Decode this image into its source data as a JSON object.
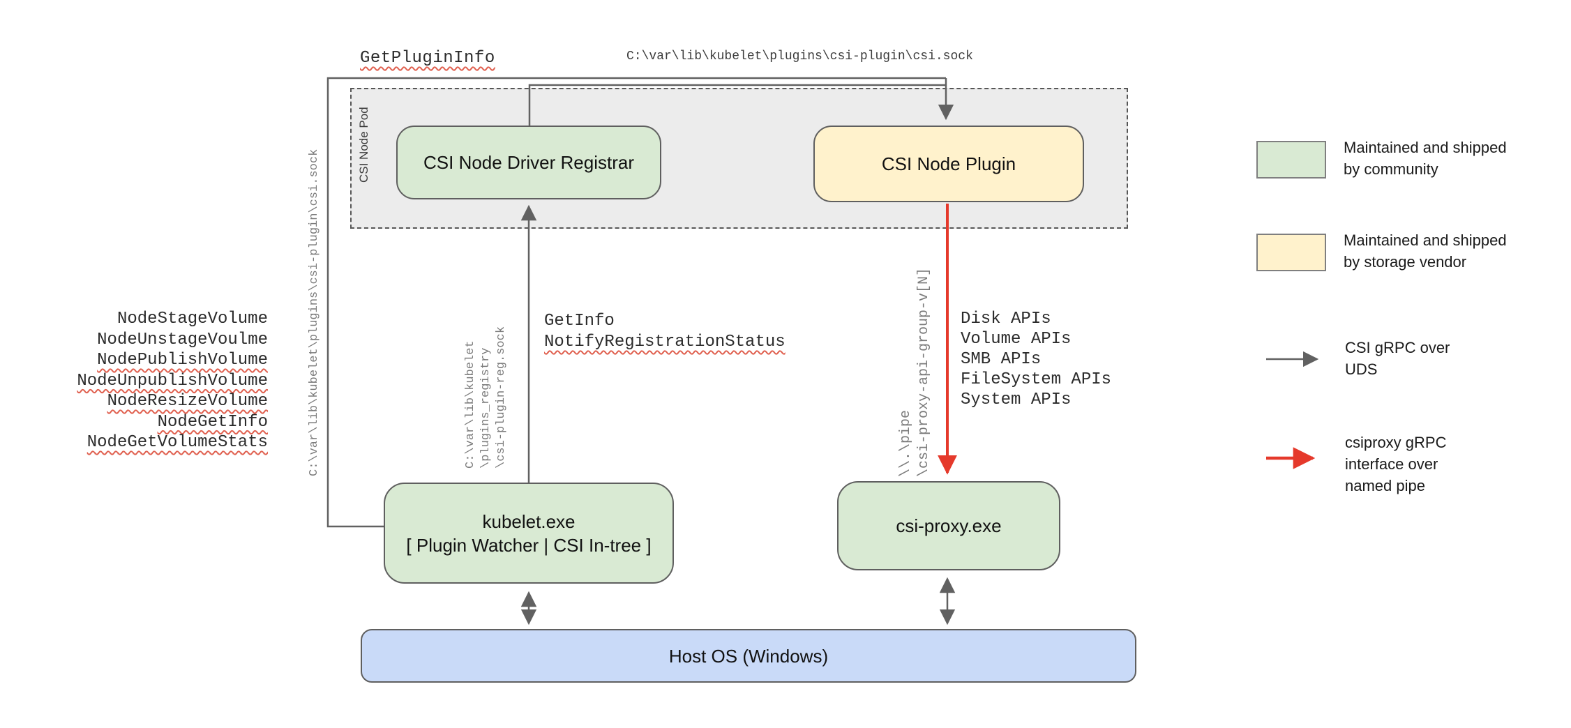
{
  "colors": {
    "community_green": "#d9ead3",
    "vendor_yellow": "#fff2cc",
    "host_blue": "#c9daf8",
    "pod_gray": "#ececec",
    "arrow_gray": "#616161",
    "arrow_red": "#e5392b",
    "squiggle_red": "#e0604f"
  },
  "nodes": {
    "pod_label": "CSI Node Pod",
    "registrar": "CSI Node Driver Registrar",
    "plugin": "CSI Node Plugin",
    "kubelet_line1": "kubelet.exe",
    "kubelet_line2": "[ Plugin Watcher | CSI In-tree ]",
    "csi_proxy": "csi-proxy.exe",
    "host_os": "Host OS (Windows)"
  },
  "rpc_annotations": {
    "get_plugin_info": "GetPluginInfo",
    "get_info": "GetInfo",
    "notify_registration_status": "NotifyRegistrationStatus"
  },
  "paths": {
    "csi_sock_top": "C:\\var\\lib\\kubelet\\plugins\\csi-plugin\\csi.sock",
    "csi_sock_left": "C:\\var\\lib\\kubelet\\plugins\\csi-plugin\\csi.sock",
    "registry_sock_lines": [
      "C:\\var\\lib\\kubelet",
      "\\plugins_registry",
      "\\csi-plugin-reg.sock"
    ],
    "named_pipe_lines": [
      "\\\\.\\pipe",
      "\\csi-proxy-api-group-v[N]"
    ]
  },
  "node_rpc_list": [
    "NodeStageVolume",
    "NodeUnstageVoulme",
    "NodePublishVolume",
    "NodeUnpublishVolume",
    "NodeResizeVolume",
    "NodeGetInfo",
    "NodeGetVolumeStats"
  ],
  "api_list": [
    "Disk APIs",
    "Volume APIs",
    "SMB APIs",
    "FileSystem APIs",
    "System APIs"
  ],
  "legend": {
    "community_line1": "Maintained and shipped",
    "community_line2": "by community",
    "vendor_line1": "Maintained and shipped",
    "vendor_line2": "by storage vendor",
    "uds_line1": "CSI gRPC over",
    "uds_line2": "UDS",
    "pipe_line1": "csiproxy gRPC",
    "pipe_line2": "interface over",
    "pipe_line3": "named pipe"
  }
}
